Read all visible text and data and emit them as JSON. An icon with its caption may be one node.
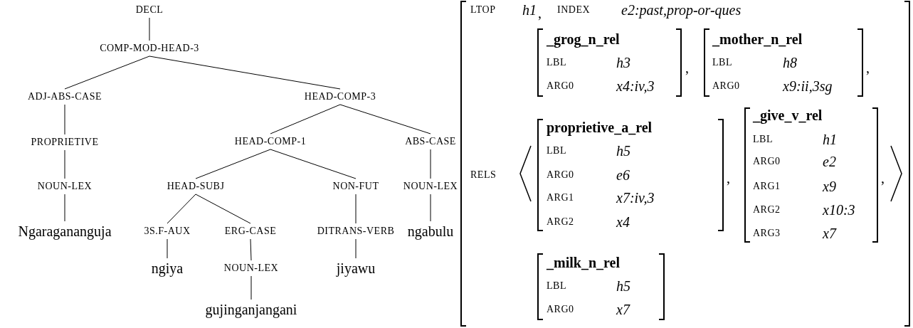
{
  "diagram": {
    "nodes": [
      {
        "text": [
          "DECL"
        ]
      },
      {
        "text": [
          "COMP-MOD-HEAD-3"
        ]
      },
      {
        "text": [
          "ADJ-ABS-CASE"
        ]
      },
      {
        "text": [
          "HEAD-COMP-3"
        ]
      },
      {
        "text": [
          "PROPRIETIVE"
        ]
      },
      {
        "text": [
          "HEAD-COMP-1"
        ]
      },
      {
        "text": [
          "ABS-CASE"
        ]
      },
      {
        "text": [
          "NOUN-LEX"
        ]
      },
      {
        "text": [
          "HEAD-SUBJ"
        ]
      },
      {
        "text": [
          "NON-FUT"
        ]
      },
      {
        "text": [
          "NOUN-LEX"
        ]
      },
      {
        "text": [
          "Ngaragananguja"
        ]
      },
      {
        "text": [
          "3S.F-AUX"
        ]
      },
      {
        "text": [
          "ERG-CASE"
        ]
      },
      {
        "text": [
          "DITRANS-VERB"
        ]
      },
      {
        "text": [
          "ngabulu"
        ]
      },
      {
        "text": [
          "ngiya"
        ]
      },
      {
        "text": [
          "NOUN-LEX"
        ]
      },
      {
        "text": [
          "jiyawu"
        ]
      },
      {
        "text": [
          "gujinganjangani"
        ]
      }
    ],
    "edges": [
      {
        "from": 0,
        "to": 1,
        "arrow": "none"
      },
      {
        "from": 1,
        "to": 2,
        "arrow": "none"
      },
      {
        "from": 1,
        "to": 3,
        "arrow": "none"
      },
      {
        "from": 2,
        "to": 4,
        "arrow": "none"
      },
      {
        "from": 3,
        "to": 5,
        "arrow": "none"
      },
      {
        "from": 3,
        "to": 6,
        "arrow": "none"
      },
      {
        "from": 4,
        "to": 7,
        "arrow": "none"
      },
      {
        "from": 5,
        "to": 8,
        "arrow": "none"
      },
      {
        "from": 5,
        "to": 9,
        "arrow": "none"
      },
      {
        "from": 6,
        "to": 10,
        "arrow": "none"
      },
      {
        "from": 7,
        "to": 11,
        "arrow": "none"
      },
      {
        "from": 8,
        "to": 12,
        "arrow": "none"
      },
      {
        "from": 8,
        "to": 13,
        "arrow": "none"
      },
      {
        "from": 9,
        "to": 14,
        "arrow": "none"
      },
      {
        "from": 10,
        "to": 15,
        "arrow": "none"
      },
      {
        "from": 12,
        "to": 16,
        "arrow": "none"
      },
      {
        "from": 13,
        "to": 17,
        "arrow": "none"
      },
      {
        "from": 14,
        "to": 18,
        "arrow": "none"
      },
      {
        "from": 17,
        "to": 19,
        "arrow": "none"
      }
    ],
    "labels": [
      "LTOP",
      "h1",
      ",",
      "INDEX",
      "e2:past,prop-or-ques",
      "_grog_n_rel",
      "LBL",
      "h3",
      "ARG0",
      "x4:iv,3",
      ",",
      "_mother_n_rel",
      "LBL",
      "h8",
      "ARG0",
      "x9:ii,3sg",
      ",",
      "RELS",
      "proprietive_a_rel",
      "LBL",
      "h5",
      "ARG0",
      "e6",
      "ARG1",
      "x7:iv,3",
      "ARG2",
      "x4",
      ",",
      "_give_v_rel",
      "LBL",
      "h1",
      "ARG0",
      "e2",
      "ARG1",
      "x9",
      "ARG2",
      "x10:3",
      "ARG3",
      "x7",
      ",",
      "_milk_n_rel",
      "LBL",
      "h5",
      "ARG0",
      "x7"
    ]
  }
}
